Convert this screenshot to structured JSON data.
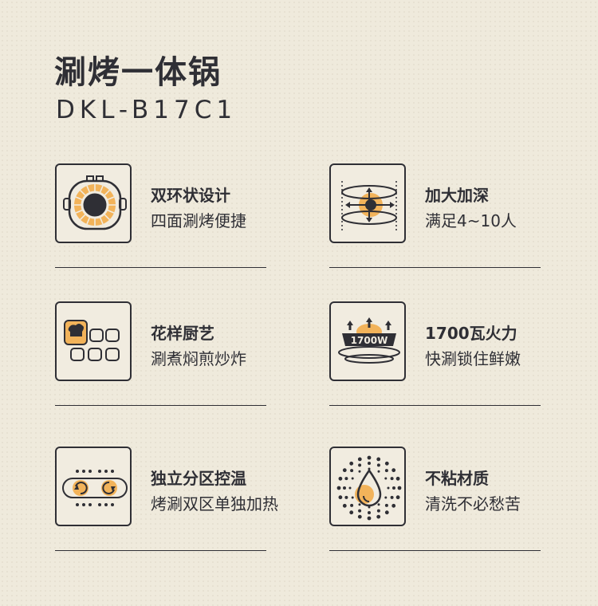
{
  "product": {
    "title": "涮烤一体锅",
    "model": "DKL-B17C1"
  },
  "colors": {
    "accent": "#f2b35a",
    "ink": "#2f2f35",
    "background": "#efeadc"
  },
  "features": [
    {
      "title": "双环状设计",
      "desc": "四面涮烤便捷",
      "icon": "dual-ring-pot-icon"
    },
    {
      "title": "加大加深",
      "desc": "满足4~10人",
      "icon": "deep-pot-icon"
    },
    {
      "title": "花样厨艺",
      "desc": "涮煮焖煎炒炸",
      "icon": "cooking-modes-icon"
    },
    {
      "title": "1700瓦火力",
      "desc": "快涮锁住鲜嫩",
      "icon": "power-icon",
      "badge": "1700W"
    },
    {
      "title": "独立分区控温",
      "desc": "烤涮双区单独加热",
      "icon": "dual-zone-icon"
    },
    {
      "title": "不粘材质",
      "desc": "清洗不必愁苦",
      "icon": "non-stick-drop-icon"
    }
  ]
}
